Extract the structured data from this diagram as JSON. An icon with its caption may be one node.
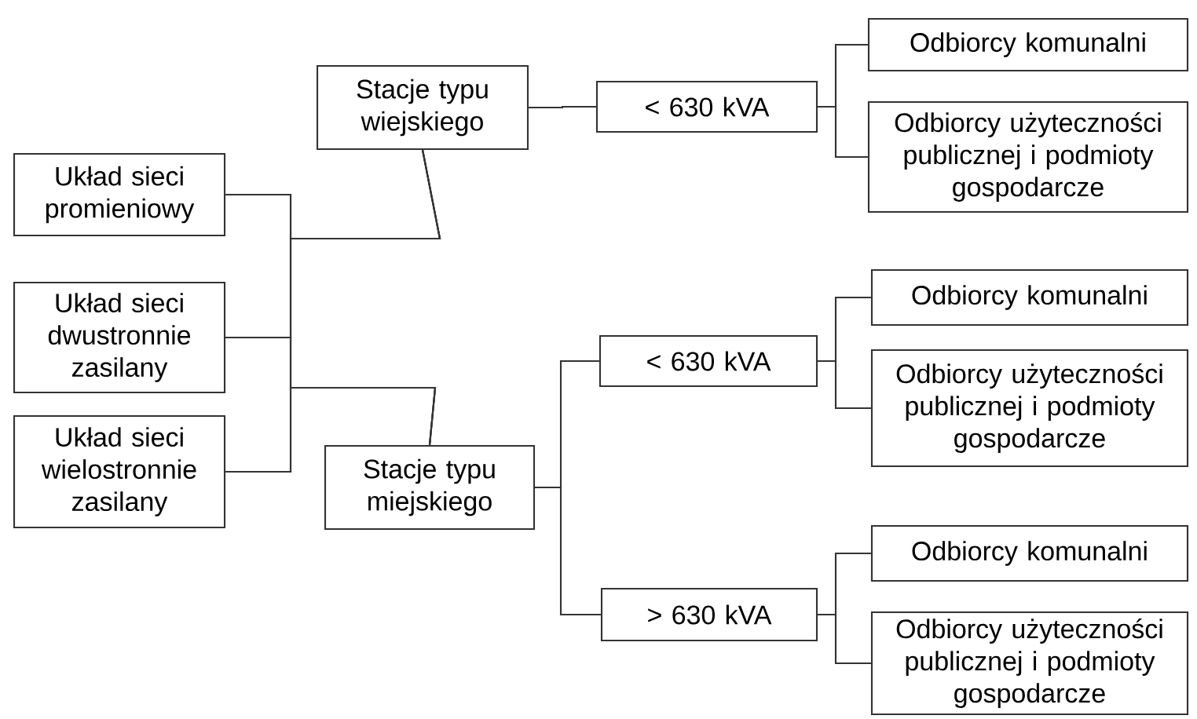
{
  "diagram": {
    "nodes": [
      {
        "text": [
          "Układ sieci promieniowy"
        ]
      },
      {
        "text": [
          "Układ sieci dwustronnie zasilany"
        ]
      },
      {
        "text": [
          "Układ sieci wielostronnie zasilany"
        ]
      },
      {
        "text": [
          "Stacje typu wiejskiego"
        ]
      },
      {
        "text": [
          "Stacje typu miejskiego"
        ]
      },
      {
        "text": [
          "< 630 kVA"
        ]
      },
      {
        "text": [
          "Odbiorcy komunalni"
        ]
      },
      {
        "text": [
          "Odbiorcy użyteczności publicznej i podmioty gospodarcze"
        ]
      },
      {
        "text": [
          "< 630 kVA"
        ]
      },
      {
        "text": [
          "Odbiorcy komunalni"
        ]
      },
      {
        "text": [
          "Odbiorcy użyteczności publicznej i podmioty gospodarcze"
        ]
      },
      {
        "text": [
          "> 630 kVA"
        ]
      },
      {
        "text": [
          "Odbiorcy komunalni"
        ]
      },
      {
        "text": [
          "Odbiorcy użyteczności publicznej i podmioty gospodarcze"
        ]
      }
    ],
    "edges": [
      {
        "from": 0,
        "to": 3,
        "arrow": "none"
      },
      {
        "from": 0,
        "to": 4,
        "arrow": "none"
      },
      {
        "from": 1,
        "to": 3,
        "arrow": "none"
      },
      {
        "from": 1,
        "to": 4,
        "arrow": "none"
      },
      {
        "from": 2,
        "to": 3,
        "arrow": "none"
      },
      {
        "from": 2,
        "to": 4,
        "arrow": "none"
      },
      {
        "from": 3,
        "to": 5,
        "arrow": "none"
      },
      {
        "from": 5,
        "to": 6,
        "arrow": "none"
      },
      {
        "from": 5,
        "to": 7,
        "arrow": "none"
      },
      {
        "from": 4,
        "to": 8,
        "arrow": "none"
      },
      {
        "from": 4,
        "to": 11,
        "arrow": "none"
      },
      {
        "from": 8,
        "to": 9,
        "arrow": "none"
      },
      {
        "from": 8,
        "to": 10,
        "arrow": "none"
      },
      {
        "from": 11,
        "to": 12,
        "arrow": "none"
      },
      {
        "from": 11,
        "to": 13,
        "arrow": "none"
      }
    ]
  }
}
